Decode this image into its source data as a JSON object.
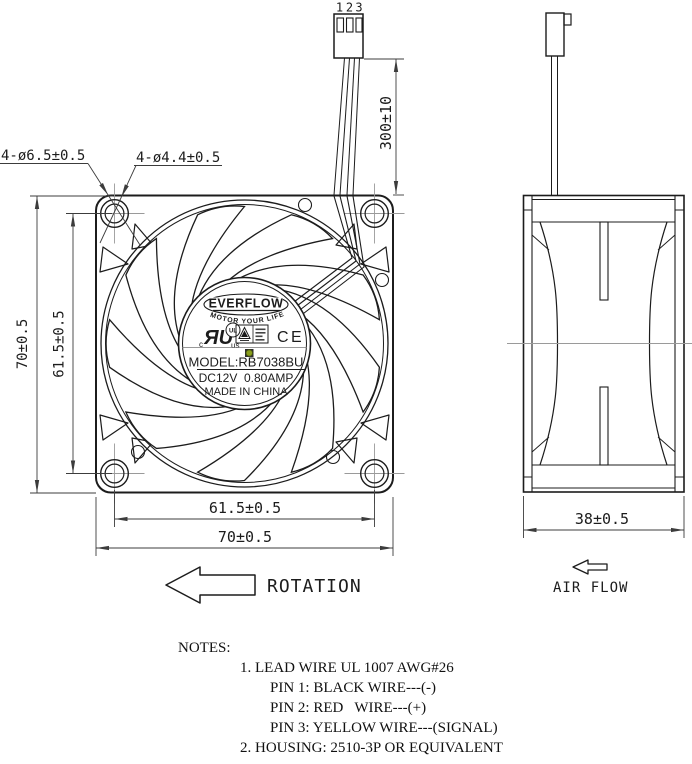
{
  "labels": {
    "hole_outer": "4-ø6.5±0.5",
    "hole_inner": "4-ø4.4±0.5",
    "wire_length": "300±10",
    "height_outer": "70±0.5",
    "height_inner": "61.5±0.5",
    "width_inner": "61.5±0.5",
    "width_outer": "70±0.5",
    "depth": "38±0.5",
    "rotation": "ROTATION",
    "air_flow": "AIR FLOW",
    "pins": [
      "1",
      "2",
      "3"
    ]
  },
  "hub": {
    "brand": "EVERFLOW",
    "slogan": "MOTOR YOUR LIFE",
    "model": "MODEL:RB7038BU",
    "rating": "DC12V  0.80AMP",
    "origin": "MADE IN CHINA",
    "marks": {
      "ul_c": "c",
      "ul": "ЯU",
      "ul_us": "us",
      "ul_circle": "UL",
      "ce": "CE"
    }
  },
  "notes": {
    "heading": "NOTES:",
    "lines": [
      "1. LEAD WIRE UL 1007 AWG#26",
      "PIN 1: BLACK WIRE---(-)",
      "PIN 2: RED   WIRE---(+)",
      "PIN 3: YELLOW WIRE---(SIGNAL)",
      "2. HOUSING: 2510-3P OR EQUIVALENT"
    ]
  },
  "colors": {
    "line": "#1c1c1c",
    "dimension": "#3c3c3c",
    "centerline": "#9a9a9a",
    "led_green": "#8a9e1c",
    "led_bg": "#2e2e2e"
  }
}
